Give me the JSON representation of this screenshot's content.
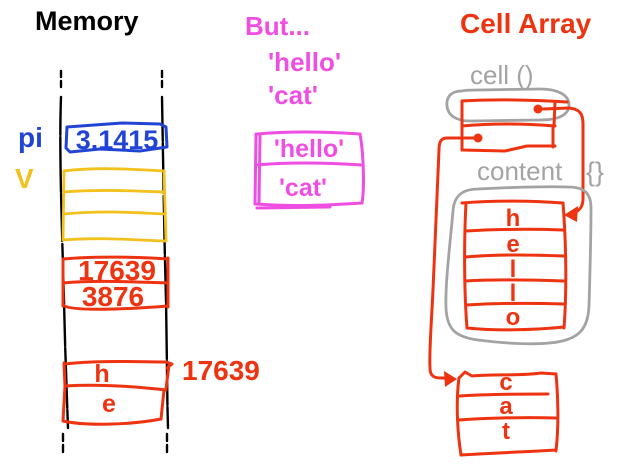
{
  "colors": {
    "blue": "#2244d4",
    "yellow": "#f2c11d",
    "red": "#ee3311",
    "magenta": "#ee4fe2",
    "gray": "#a3a3a3"
  },
  "memory": {
    "title": "Memory",
    "pi_label": "pi",
    "pi_value": "3.1415",
    "v_label": "V",
    "int_box": {
      "row1": "17639",
      "row2": "3876"
    },
    "char_box": {
      "row1": "h",
      "row2": "e"
    },
    "address_label": "17639"
  },
  "but": {
    "title": "But...",
    "line1": "'hello'",
    "line2": "'cat'",
    "box": {
      "row1": "'hello'",
      "row2": "'cat'"
    }
  },
  "cell_array": {
    "title": "Cell Array",
    "cell_label": "cell ()",
    "content_label": "content",
    "content_braces": "{}",
    "hello_letters": [
      "h",
      "e",
      "l",
      "l",
      "o"
    ],
    "cat_letters": [
      "c",
      "a",
      "t"
    ]
  }
}
